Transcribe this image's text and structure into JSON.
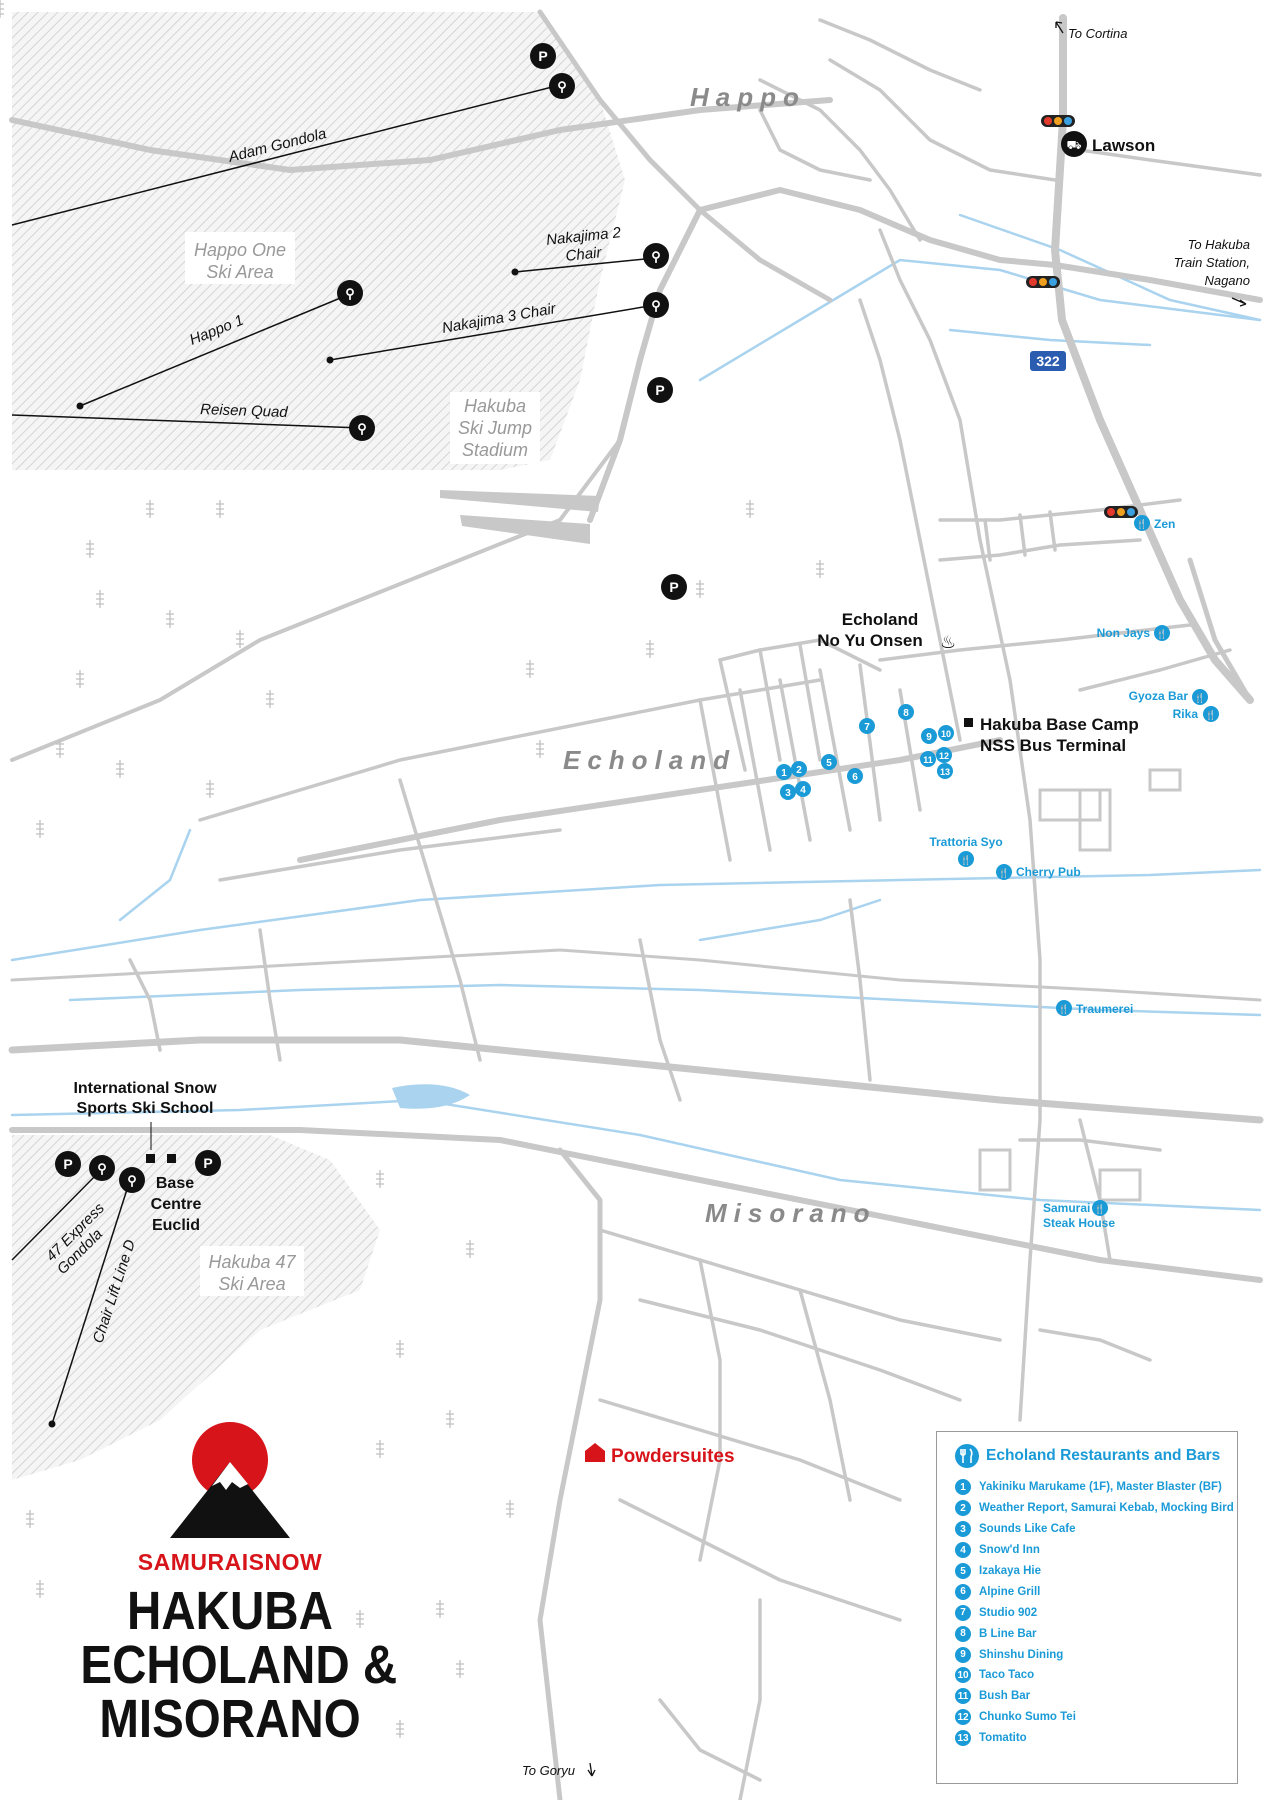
{
  "areas": {
    "happo": "Happo",
    "echoland": "Echoland",
    "misorano": "Misorano"
  },
  "ski_areas": {
    "happo_one": [
      "Happo One",
      "Ski Area"
    ],
    "hakuba47": [
      "Hakuba 47",
      "Ski Area"
    ],
    "jump_stadium": [
      "Hakuba",
      "Ski Jump",
      "Stadium"
    ]
  },
  "lifts": {
    "adam_gondola": "Adam Gondola",
    "nakajima2": [
      "Nakajima 2",
      "Chair"
    ],
    "nakajima3": "Nakajima 3 Chair",
    "happo1": "Happo 1",
    "reisen_quad": "Reisen Quad",
    "express47": [
      "47 Express",
      "Gondola"
    ],
    "chair_d": "Chair Lift Line D"
  },
  "directions": {
    "cortina": "To Cortina",
    "station": [
      "To Hakuba",
      "Train Station,",
      "Nagano"
    ],
    "goryu": "To Goryu"
  },
  "road_number": "322",
  "landmarks": {
    "lawson": "Lawson",
    "onsen": [
      "Echoland",
      "No Yu Onsen"
    ],
    "bus": [
      "Hakuba Base Camp",
      "NSS Bus Terminal"
    ],
    "school": [
      "International Snow",
      "Sports Ski School"
    ],
    "base_centre": [
      "Base",
      "Centre",
      "Euclid"
    ],
    "powdersuites": "Powdersuites"
  },
  "restaurants": {
    "zen": "Zen",
    "non_jays": "Non Jays",
    "gyoza_bar": "Gyoza Bar",
    "rika": "Rika",
    "trattoria": "Trattoria Syo",
    "cherry_pub": "Cherry Pub",
    "traumerei": "Traumerei",
    "samurai": [
      "Samurai",
      "Steak House"
    ]
  },
  "markers": [
    "1",
    "2",
    "3",
    "4",
    "5",
    "6",
    "7",
    "8",
    "9",
    "10",
    "11",
    "12",
    "13"
  ],
  "parking_symbol": "P",
  "legend": {
    "title": "Echoland Restaurants and Bars",
    "items": [
      {
        "num": "1",
        "name": "Yakiniku Marukame (1F), Master Blaster (BF)"
      },
      {
        "num": "2",
        "name": "Weather Report, Samurai Kebab, Mocking Bird"
      },
      {
        "num": "3",
        "name": "Sounds Like Cafe"
      },
      {
        "num": "4",
        "name": "Snow'd Inn"
      },
      {
        "num": "5",
        "name": "Izakaya Hie"
      },
      {
        "num": "6",
        "name": "Alpine Grill"
      },
      {
        "num": "7",
        "name": "Studio 902"
      },
      {
        "num": "8",
        "name": "B Line Bar"
      },
      {
        "num": "9",
        "name": "Shinshu Dining"
      },
      {
        "num": "10",
        "name": "Taco Taco"
      },
      {
        "num": "11",
        "name": "Bush Bar"
      },
      {
        "num": "12",
        "name": "Chunko Sumo Tei"
      },
      {
        "num": "13",
        "name": "Tomatito"
      }
    ]
  },
  "brand": {
    "logo_text": "SAMURAISNOW",
    "title_lines": [
      "HAKUBA",
      "ECHOLAND &",
      "MISORANO"
    ]
  },
  "colors": {
    "road": "#c8c8c8",
    "river": "#a9d3ee",
    "accent_blue": "#1a9bd7",
    "brand_red": "#d7141a",
    "ski_hatch": "#d9d9d9",
    "text_dark": "#111111",
    "shield": "#2a5db0"
  }
}
